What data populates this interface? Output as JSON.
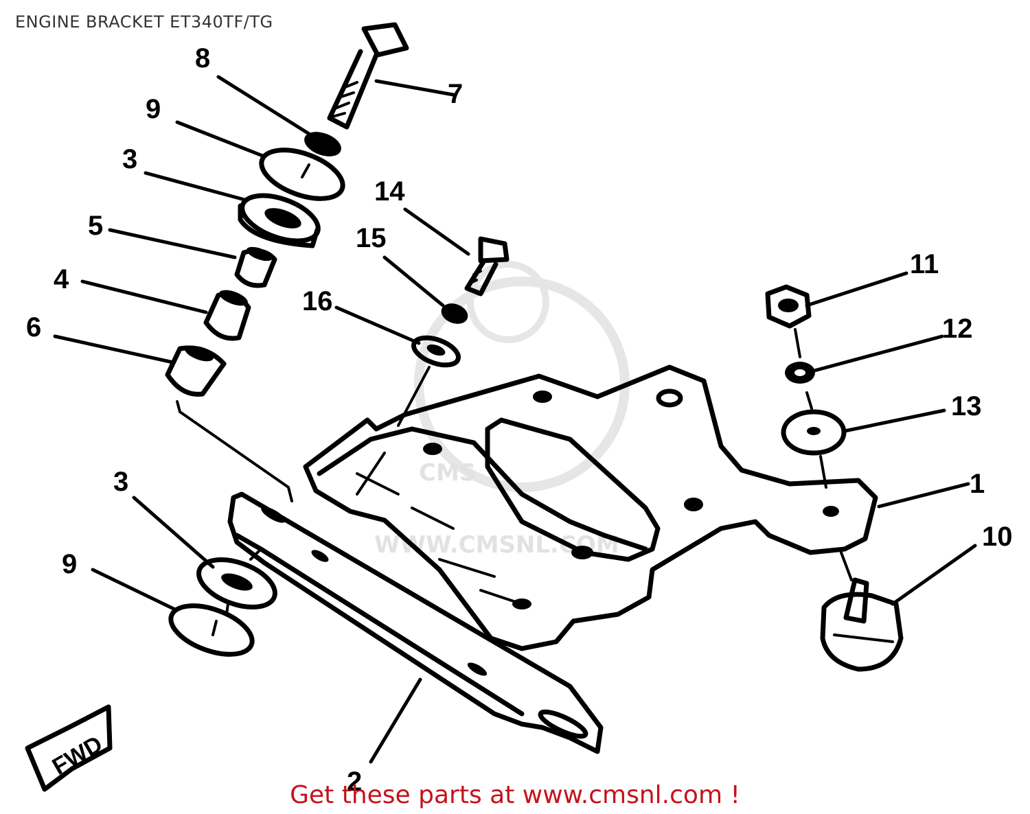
{
  "title": "ENGINE BRACKET ET340TF/TG",
  "footer": "Get these parts at www.cmsnl.com !",
  "watermark": {
    "logo": "CMS",
    "url": "WWW.CMSNL.COM"
  },
  "fwd_marker": "FWD",
  "callouts": {
    "c1": "1",
    "c2": "2",
    "c3a": "3",
    "c3b": "3",
    "c4": "4",
    "c5": "5",
    "c6": "6",
    "c7": "7",
    "c8": "8",
    "c9a": "9",
    "c9b": "9",
    "c10": "10",
    "c11": "11",
    "c12": "12",
    "c13": "13",
    "c14": "14",
    "c15": "15",
    "c16": "16"
  },
  "colors": {
    "line": "#000000",
    "footer": "#c4121a",
    "watermark": "#e2e2e2"
  }
}
